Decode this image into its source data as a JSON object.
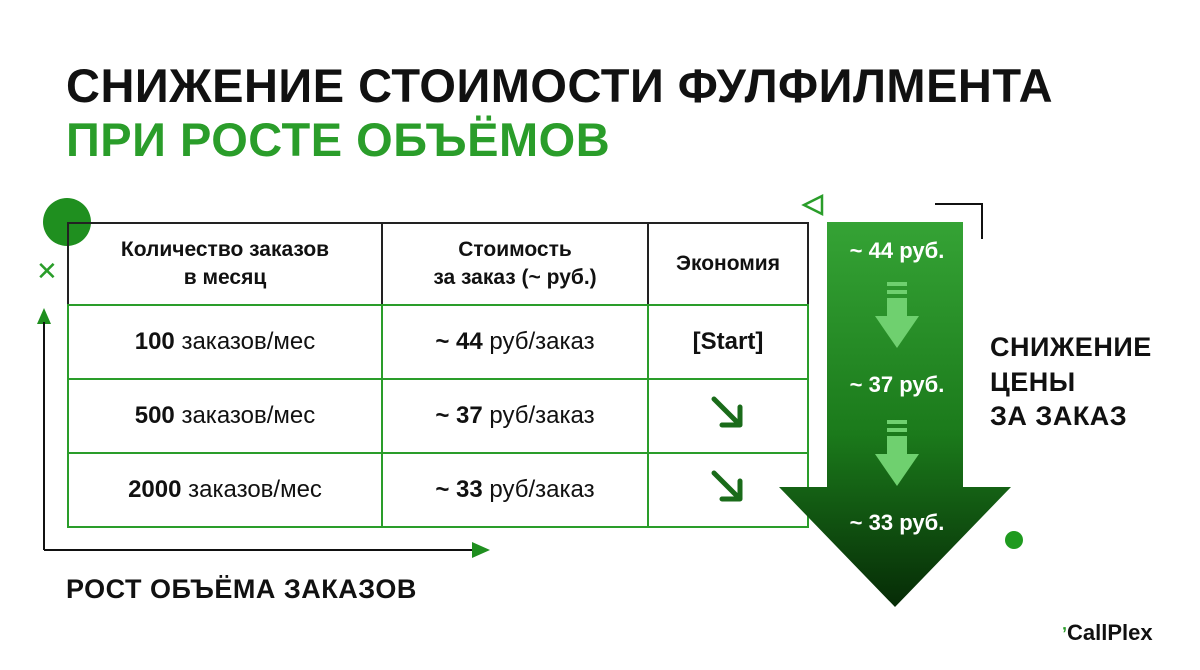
{
  "title": {
    "line1": "СНИЖЕНИЕ СТОИМОСТИ ФУЛФИЛМЕНТА",
    "line2": "ПРИ РОСТЕ ОБЪЁМОВ"
  },
  "table": {
    "headers": [
      [
        "Количество заказов",
        "в месяц"
      ],
      [
        "Стоимость",
        "за заказ (~ руб.)"
      ],
      [
        "Экономия"
      ]
    ],
    "rows": [
      {
        "qty_num": "100",
        "qty_unit": " заказов/мес",
        "cost_prefix": "~ ",
        "cost_num": "44",
        "cost_unit": " руб/заказ",
        "saving": "[Start]",
        "saving_icon": "down-right-arrow-icon"
      },
      {
        "qty_num": "500",
        "qty_unit": " заказов/мес",
        "cost_prefix": "~ ",
        "cost_num": "37",
        "cost_unit": " руб/заказ",
        "saving": "",
        "saving_icon": "down-right-arrow-icon"
      },
      {
        "qty_num": "2000",
        "qty_unit": " заказов/мес",
        "cost_prefix": "~ ",
        "cost_num": "33",
        "cost_unit": " руб/заказ",
        "saving": "",
        "saving_icon": "down-right-arrow-icon"
      }
    ]
  },
  "price_arrow": {
    "labels": [
      "~ 44 руб.",
      "~ 37 руб.",
      "~ 33 руб."
    ],
    "icon": "down-arrow-icon"
  },
  "side_label": [
    "СНИЖЕНИЕ",
    "ЦЕНЫ",
    "ЗА ЗАКАЗ"
  ],
  "bottom_label": "РОСТ ОБЪЁМА ЗАКАЗОВ",
  "brand": "CallPlex",
  "colors": {
    "accent": "#2a9d2a",
    "dark_green": "#0b3d0b",
    "text": "#111111"
  }
}
